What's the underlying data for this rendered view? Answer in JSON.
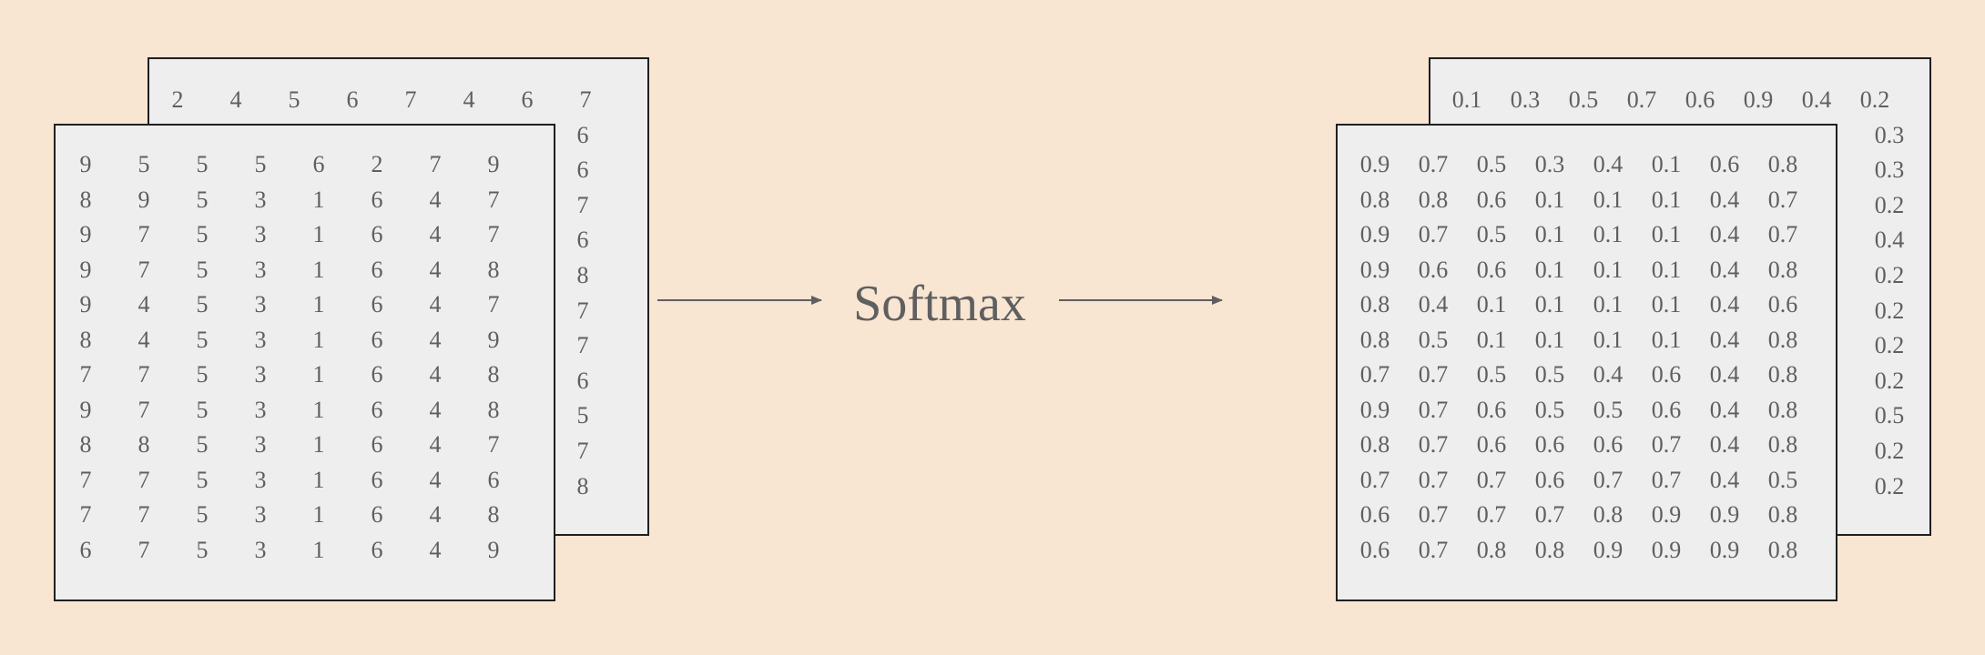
{
  "operation_label": "Softmax",
  "input": {
    "back": {
      "top_row": [
        "2",
        "4",
        "5",
        "6",
        "7",
        "4",
        "6",
        "7"
      ],
      "right_col": [
        "6",
        "6",
        "7",
        "6",
        "8",
        "7",
        "7",
        "6",
        "5",
        "7",
        "8"
      ]
    },
    "front": [
      [
        "9",
        "5",
        "5",
        "5",
        "6",
        "2",
        "7",
        "9"
      ],
      [
        "8",
        "9",
        "5",
        "3",
        "1",
        "6",
        "4",
        "7"
      ],
      [
        "9",
        "7",
        "5",
        "3",
        "1",
        "6",
        "4",
        "7"
      ],
      [
        "9",
        "7",
        "5",
        "3",
        "1",
        "6",
        "4",
        "8"
      ],
      [
        "9",
        "4",
        "5",
        "3",
        "1",
        "6",
        "4",
        "7"
      ],
      [
        "8",
        "4",
        "5",
        "3",
        "1",
        "6",
        "4",
        "9"
      ],
      [
        "7",
        "7",
        "5",
        "3",
        "1",
        "6",
        "4",
        "8"
      ],
      [
        "9",
        "7",
        "5",
        "3",
        "1",
        "6",
        "4",
        "8"
      ],
      [
        "8",
        "8",
        "5",
        "3",
        "1",
        "6",
        "4",
        "7"
      ],
      [
        "7",
        "7",
        "5",
        "3",
        "1",
        "6",
        "4",
        "6"
      ],
      [
        "7",
        "7",
        "5",
        "3",
        "1",
        "6",
        "4",
        "8"
      ],
      [
        "6",
        "7",
        "5",
        "3",
        "1",
        "6",
        "4",
        "9"
      ]
    ]
  },
  "output": {
    "back": {
      "top_row": [
        "0.1",
        "0.3",
        "0.5",
        "0.7",
        "0.6",
        "0.9",
        "0.4",
        "0.2"
      ],
      "right_col": [
        "0.3",
        "0.3",
        "0.2",
        "0.4",
        "0.2",
        "0.2",
        "0.2",
        "0.2",
        "0.5",
        "0.2",
        "0.2"
      ]
    },
    "front": [
      [
        "0.9",
        "0.7",
        "0.5",
        "0.3",
        "0.4",
        "0.1",
        "0.6",
        "0.8"
      ],
      [
        "0.8",
        "0.8",
        "0.6",
        "0.1",
        "0.1",
        "0.1",
        "0.4",
        "0.7"
      ],
      [
        "0.9",
        "0.7",
        "0.5",
        "0.1",
        "0.1",
        "0.1",
        "0.4",
        "0.7"
      ],
      [
        "0.9",
        "0.6",
        "0.6",
        "0.1",
        "0.1",
        "0.1",
        "0.4",
        "0.8"
      ],
      [
        "0.8",
        "0.4",
        "0.1",
        "0.1",
        "0.1",
        "0.1",
        "0.4",
        "0.6"
      ],
      [
        "0.8",
        "0.5",
        "0.1",
        "0.1",
        "0.1",
        "0.1",
        "0.4",
        "0.8"
      ],
      [
        "0.7",
        "0.7",
        "0.5",
        "0.5",
        "0.4",
        "0.6",
        "0.4",
        "0.8"
      ],
      [
        "0.9",
        "0.7",
        "0.6",
        "0.5",
        "0.5",
        "0.6",
        "0.4",
        "0.8"
      ],
      [
        "0.8",
        "0.7",
        "0.6",
        "0.6",
        "0.6",
        "0.7",
        "0.4",
        "0.8"
      ],
      [
        "0.7",
        "0.7",
        "0.7",
        "0.6",
        "0.7",
        "0.7",
        "0.4",
        "0.5"
      ],
      [
        "0.6",
        "0.7",
        "0.7",
        "0.7",
        "0.8",
        "0.9",
        "0.9",
        "0.8"
      ],
      [
        "0.6",
        "0.7",
        "0.8",
        "0.8",
        "0.9",
        "0.9",
        "0.9",
        "0.8"
      ]
    ]
  }
}
